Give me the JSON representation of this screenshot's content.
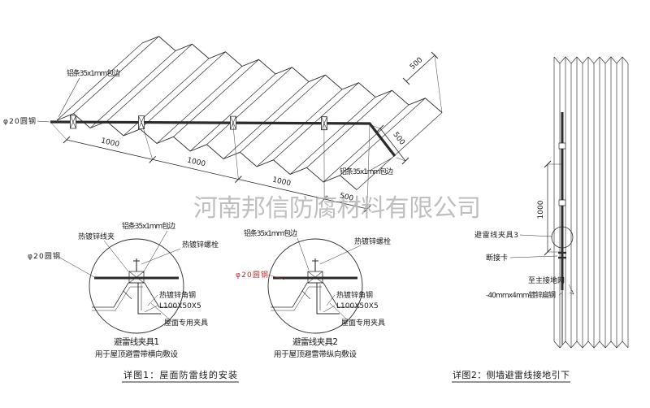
{
  "watermark": "河南邦信防腐材料有限公司",
  "colors": {
    "line": "#2b2b2b",
    "accent_red": "#b03030",
    "watermark_gray": "#b4b4b4"
  },
  "roof": {
    "labels": {
      "strip_top": "铝条35x1mm包边",
      "strip_right": "铝条35x1mm包边",
      "round_steel": "φ20圆钢"
    },
    "dims_bottom": [
      "1000",
      "1000",
      "1000",
      "500"
    ],
    "dims_right": [
      "500",
      "500"
    ]
  },
  "detail1": {
    "title": "避雷线夹具1",
    "subtitle": "用于屋顶避雷带横向敷设",
    "labels": {
      "wire_clip": "热镀锌线夹",
      "strip": "铝条35x1mm包边",
      "bolt": "热镀锌螺栓",
      "round_steel": "φ20圆钢",
      "angle_steel": "热镀锌角钢",
      "angle_spec": "L100X50X5",
      "roof_clamp": "屋面专用夹具"
    }
  },
  "detail2": {
    "title": "避雷线夹具2",
    "subtitle": "用于屋顶避雷带纵向敷设",
    "labels": {
      "strip": "铝条35x1mm包边",
      "bolt": "热镀锌螺栓",
      "round_steel": "φ20圆钢",
      "angle_steel": "热镀锌角钢",
      "angle_spec": "L100X50X5",
      "roof_clamp": "屋面专用夹具"
    }
  },
  "wall": {
    "dim": "1000",
    "labels": {
      "clamp3": "避雷线夹具3",
      "disconnect": "断接卡",
      "to_ground": "至主接地网",
      "flat_steel": "-40mmx4mm镀锌扁钢"
    }
  },
  "captions": {
    "detail1": "详图1：屋面防雷线的安装",
    "detail2": "详图2：侧墙避雷线接地引下"
  }
}
